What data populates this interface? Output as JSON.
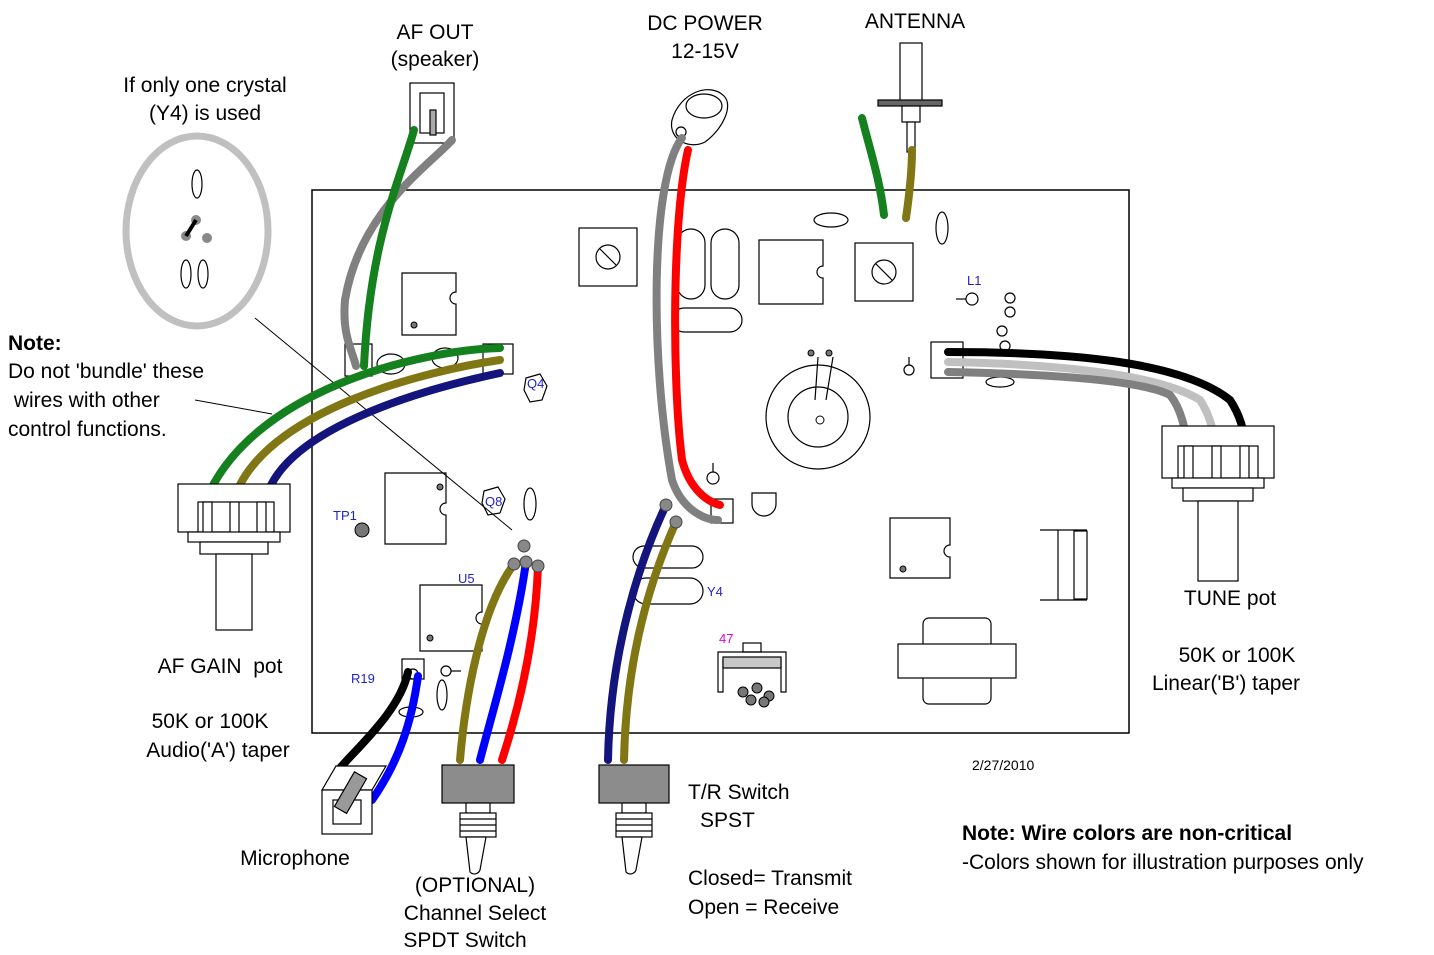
{
  "labels": {
    "crystal_note_1": "If only one crystal",
    "crystal_note_2": "(Y4) is used",
    "af_out_1": "AF OUT",
    "af_out_2": "(speaker)",
    "dc_power_1": "DC POWER",
    "dc_power_2": "12-15V",
    "antenna": "ANTENNA",
    "note_title": "Note:",
    "note_1": "Do not 'bundle' these",
    "note_2": " wires with other",
    "note_3": "control functions.",
    "af_gain": "AF GAIN  pot",
    "af_gain_val_1": "50K or 100K",
    "af_gain_val_2": "Audio('A') taper",
    "tune": "TUNE pot",
    "tune_val_1": "50K or 100K",
    "tune_val_2": "Linear('B') taper",
    "microphone": "Microphone",
    "optional_1": "(OPTIONAL)",
    "optional_2": "Channel Select",
    "optional_3": "SPDT Switch",
    "tr_1": "T/R Switch",
    "tr_2": "SPST",
    "tr_closed": "Closed= Transmit",
    "tr_open": "Open = Receive",
    "date": "2/27/2010",
    "wire_note_title": "Note: Wire colors are non-critical",
    "wire_note_body": "-Colors shown for illustration purposes only"
  },
  "components": {
    "l1": "L1",
    "q4": "Q4",
    "q8": "Q8",
    "tp1": "TP1",
    "u5": "U5",
    "r19": "R19",
    "y4": "Y4",
    "r47": "47"
  },
  "colors": {
    "green": "#14801e",
    "olive": "#807714",
    "navy": "#14147d",
    "gray": "#808080",
    "light_gray": "#c0c0c0",
    "black": "#000000",
    "red": "#ff0000",
    "blue": "#0000ff",
    "switch_body": "#8c8c8c",
    "component_label": "#2222cc",
    "resistor_label": "#dd00dd"
  }
}
